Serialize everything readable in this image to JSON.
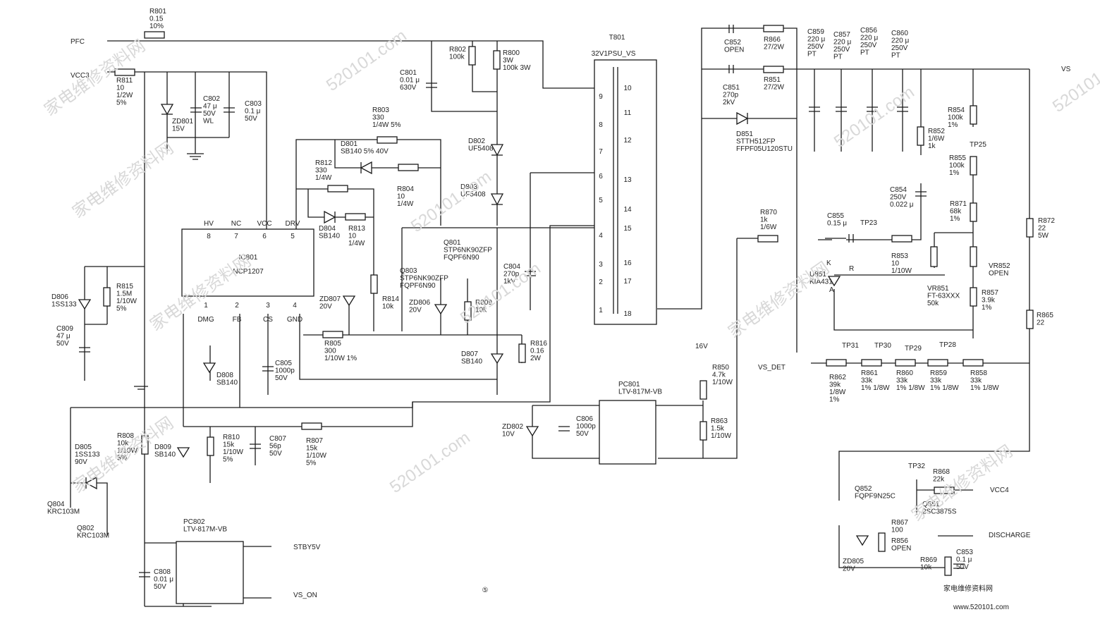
{
  "ic801": {
    "ref": "IC801",
    "part": "NCP1207",
    "top_pins": [
      {
        "num": "8",
        "name": "HV"
      },
      {
        "num": "7",
        "name": "NC"
      },
      {
        "num": "6",
        "name": "VCC"
      },
      {
        "num": "5",
        "name": "DRV"
      }
    ],
    "bottom_pins": [
      {
        "num": "1",
        "name": "DMG"
      },
      {
        "num": "2",
        "name": "FB"
      },
      {
        "num": "3",
        "name": "CS"
      },
      {
        "num": "4",
        "name": "GND"
      }
    ]
  },
  "transformer": {
    "ref": "T801",
    "part": "32V1PSU_VS",
    "left_pins": [
      "9",
      "8",
      "7",
      "6",
      "5",
      "4",
      "3",
      "2",
      "1"
    ],
    "right_pins": [
      "10",
      "11",
      "12",
      "13",
      "14",
      "15",
      "16",
      "17",
      "18"
    ]
  },
  "nets": {
    "pfc": "PFC",
    "vcc3": "VCC3",
    "vs": "VS",
    "vs_det": "VS_DET",
    "stby": "STBY5V",
    "vs_on": "VS_ON",
    "vcc4": "VCC4",
    "discharge": "DISCHARGE",
    "v16": "16V"
  },
  "components": [
    {
      "id": "r801",
      "lines": [
        "R801",
        "0.15",
        "10%"
      ]
    },
    {
      "id": "r811",
      "lines": [
        "R811",
        "10",
        "1/2W",
        "5%"
      ]
    },
    {
      "id": "zd801",
      "lines": [
        "ZD801",
        "15V"
      ]
    },
    {
      "id": "c802",
      "lines": [
        "C802",
        "47 μ",
        "50V",
        "WL"
      ]
    },
    {
      "id": "c803",
      "lines": [
        "C803",
        "0.1 μ",
        "50V"
      ]
    },
    {
      "id": "c801",
      "lines": [
        "C801",
        "0.01 μ",
        "630V"
      ]
    },
    {
      "id": "r802",
      "lines": [
        "R802",
        "100k"
      ]
    },
    {
      "id": "r800",
      "lines": [
        "R800",
        "3W",
        "100k 3W"
      ]
    },
    {
      "id": "r803",
      "lines": [
        "R803",
        "330",
        "1/4W 5%"
      ]
    },
    {
      "id": "d801",
      "lines": [
        "D801",
        "SB140 5% 40V"
      ]
    },
    {
      "id": "r812",
      "lines": [
        "R812",
        "330",
        "1/4W"
      ]
    },
    {
      "id": "r804",
      "lines": [
        "R804",
        "10",
        "1/4W"
      ]
    },
    {
      "id": "d804",
      "lines": [
        "D804",
        "SB140"
      ]
    },
    {
      "id": "r813",
      "lines": [
        "R813",
        "10",
        "1/4W"
      ]
    },
    {
      "id": "d802",
      "lines": [
        "D802",
        "UF5408"
      ]
    },
    {
      "id": "d803",
      "lines": [
        "D803",
        "UF5408"
      ]
    },
    {
      "id": "q801",
      "lines": [
        "Q801",
        "STP6NK90ZFP",
        "FQPF6N90"
      ]
    },
    {
      "id": "q803",
      "lines": [
        "Q803",
        "STP6NK90ZFP",
        "FQPF6N90"
      ]
    },
    {
      "id": "c804",
      "lines": [
        "C804",
        "270p",
        "1kV"
      ]
    },
    {
      "id": "zd807",
      "lines": [
        "ZD807",
        "20V"
      ]
    },
    {
      "id": "r814",
      "lines": [
        "R814",
        "10k"
      ]
    },
    {
      "id": "zd806",
      "lines": [
        "ZD806",
        "20V"
      ]
    },
    {
      "id": "r809",
      "lines": [
        "R809",
        "10k"
      ]
    },
    {
      "id": "r805",
      "lines": [
        "R805",
        "300",
        "1/10W 1%"
      ]
    },
    {
      "id": "d807",
      "lines": [
        "D807",
        "SB140"
      ]
    },
    {
      "id": "r816",
      "lines": [
        "R816",
        "0.16",
        "2W"
      ]
    },
    {
      "id": "d806",
      "lines": [
        "D806",
        "1SS133"
      ]
    },
    {
      "id": "r815",
      "lines": [
        "R815",
        "1.5M",
        "1/10W",
        "5%"
      ]
    },
    {
      "id": "c809",
      "lines": [
        "C809",
        "47 μ",
        "50V"
      ]
    },
    {
      "id": "d808",
      "lines": [
        "D808",
        "SB140"
      ]
    },
    {
      "id": "c805",
      "lines": [
        "C805",
        "1000p",
        "50V"
      ]
    },
    {
      "id": "r808",
      "lines": [
        "R808",
        "10k",
        "1/10W",
        "5%"
      ]
    },
    {
      "id": "d809",
      "lines": [
        "D809",
        "SB140"
      ]
    },
    {
      "id": "r810",
      "lines": [
        "R810",
        "15k",
        "1/10W",
        "5%"
      ]
    },
    {
      "id": "c807",
      "lines": [
        "C807",
        "56p",
        "50V"
      ]
    },
    {
      "id": "r807",
      "lines": [
        "R807",
        "15k",
        "1/10W",
        "5%"
      ]
    },
    {
      "id": "d805",
      "lines": [
        "D805",
        "1SS133",
        "90V"
      ]
    },
    {
      "id": "q804",
      "lines": [
        "Q804",
        "KRC103M"
      ]
    },
    {
      "id": "q802",
      "lines": [
        "Q802",
        "KRC103M"
      ]
    },
    {
      "id": "c808",
      "lines": [
        "C808",
        "0.01 μ",
        "50V"
      ]
    },
    {
      "id": "pc802",
      "lines": [
        "PC802",
        "LTV-817M-VB"
      ]
    },
    {
      "id": "pc801",
      "lines": [
        "PC801",
        "LTV-817M-VB"
      ]
    },
    {
      "id": "zd802",
      "lines": [
        "ZD802",
        "10V"
      ]
    },
    {
      "id": "c806",
      "lines": [
        "C806",
        "1000p",
        "50V"
      ]
    },
    {
      "id": "r850",
      "lines": [
        "R850",
        "4.7k",
        "1/10W"
      ]
    },
    {
      "id": "r863",
      "lines": [
        "R863",
        "1.5k",
        "1/10W"
      ]
    },
    {
      "id": "c852",
      "lines": [
        "C852",
        "OPEN"
      ]
    },
    {
      "id": "r866",
      "lines": [
        "R866",
        "27/2W"
      ]
    },
    {
      "id": "c851",
      "lines": [
        "C851",
        "270p",
        "2kV"
      ]
    },
    {
      "id": "r851",
      "lines": [
        "R851",
        "27/2W"
      ]
    },
    {
      "id": "d851",
      "lines": [
        "D851",
        "STTH512FP",
        "FFPF05U120STU"
      ]
    },
    {
      "id": "c859",
      "lines": [
        "C859",
        "220 μ",
        "250V",
        "PT"
      ]
    },
    {
      "id": "c857",
      "lines": [
        "C857",
        "220 μ",
        "250V",
        "PT"
      ]
    },
    {
      "id": "c856",
      "lines": [
        "C856",
        "220 μ",
        "250V",
        "PT"
      ]
    },
    {
      "id": "c860",
      "lines": [
        "C860",
        "220 μ",
        "250V",
        "PT"
      ]
    },
    {
      "id": "r852",
      "lines": [
        "R852",
        "1/6W",
        "1k"
      ]
    },
    {
      "id": "c854",
      "lines": [
        "C854",
        "250V",
        "0.022 μ"
      ]
    },
    {
      "id": "r854",
      "lines": [
        "R854",
        "100k",
        "1%"
      ]
    },
    {
      "id": "r855",
      "lines": [
        "R855",
        "100k",
        "1%"
      ]
    },
    {
      "id": "r871",
      "lines": [
        "R871",
        "68k",
        "1%"
      ]
    },
    {
      "id": "vr852",
      "lines": [
        "VR852",
        "OPEN"
      ]
    },
    {
      "id": "vr851",
      "lines": [
        "VR851",
        "FT-63XXX",
        "50k"
      ]
    },
    {
      "id": "r857",
      "lines": [
        "R857",
        "3.9k",
        "1%"
      ]
    },
    {
      "id": "r870",
      "lines": [
        "R870",
        "1k",
        "1/6W"
      ]
    },
    {
      "id": "c855",
      "lines": [
        "C855",
        "0.15 μ"
      ]
    },
    {
      "id": "r853",
      "lines": [
        "R853",
        "10",
        "1/10W"
      ]
    },
    {
      "id": "u851",
      "lines": [
        "U851",
        "KIA431"
      ]
    },
    {
      "id": "r872",
      "lines": [
        "R872",
        "22",
        "5W"
      ]
    },
    {
      "id": "r865",
      "lines": [
        "R865",
        "22"
      ]
    },
    {
      "id": "r862",
      "lines": [
        "R862",
        "39k",
        "1/8W",
        "1%"
      ]
    },
    {
      "id": "r861",
      "lines": [
        "R861",
        "33k",
        "1% 1/8W"
      ]
    },
    {
      "id": "r860",
      "lines": [
        "R860",
        "33k",
        "1% 1/8W"
      ]
    },
    {
      "id": "r859",
      "lines": [
        "R859",
        "33k",
        "1% 1/8W"
      ]
    },
    {
      "id": "r858",
      "lines": [
        "R858",
        "33k",
        "1% 1/8W"
      ]
    },
    {
      "id": "q852",
      "lines": [
        "Q852",
        "FQPF9N25C"
      ]
    },
    {
      "id": "q851",
      "lines": [
        "Q851",
        "2SC3875S"
      ]
    },
    {
      "id": "r868",
      "lines": [
        "R868",
        "22k"
      ]
    },
    {
      "id": "r867",
      "lines": [
        "R867",
        "100"
      ]
    },
    {
      "id": "zd805",
      "lines": [
        "ZD805",
        "20V"
      ]
    },
    {
      "id": "r856",
      "lines": [
        "R856",
        "OPEN"
      ]
    },
    {
      "id": "r869",
      "lines": [
        "R869",
        "10k"
      ]
    },
    {
      "id": "c853",
      "lines": [
        "C853",
        "0.1 μ",
        "50V"
      ]
    }
  ],
  "test_points": [
    "TP23",
    "TP25",
    "TP28",
    "TP29",
    "TP30",
    "TP31",
    "TP32"
  ],
  "uk_labels": {
    "k": "K",
    "a": "A",
    "r": "R"
  },
  "page_number": "⑤",
  "watermarks": [
    "家电维修资料网",
    "520101.com"
  ],
  "logo": {
    "text": "家电维修资料网",
    "url": "www.520101.com"
  }
}
